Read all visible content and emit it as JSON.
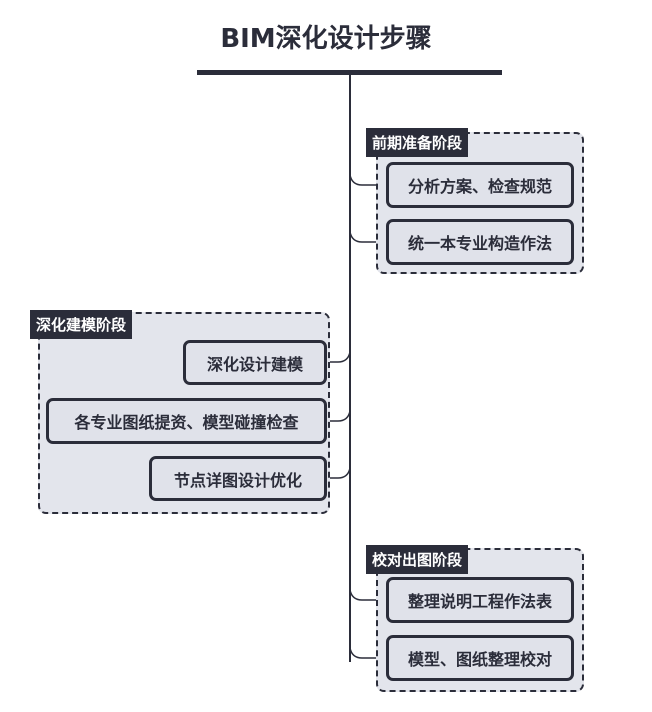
{
  "title": "BIM深化设计步骤",
  "groups": [
    {
      "label": "前期准备阶段",
      "items": [
        "分析方案、检查规范",
        "统一本专业构造作法"
      ]
    },
    {
      "label": "深化建模阶段",
      "items": [
        "深化设计建模",
        "各专业图纸提资、模型碰撞检查",
        "节点详图设计优化"
      ]
    },
    {
      "label": "校对出图阶段",
      "items": [
        "整理说明工程作法表",
        "模型、图纸整理校对"
      ]
    }
  ]
}
